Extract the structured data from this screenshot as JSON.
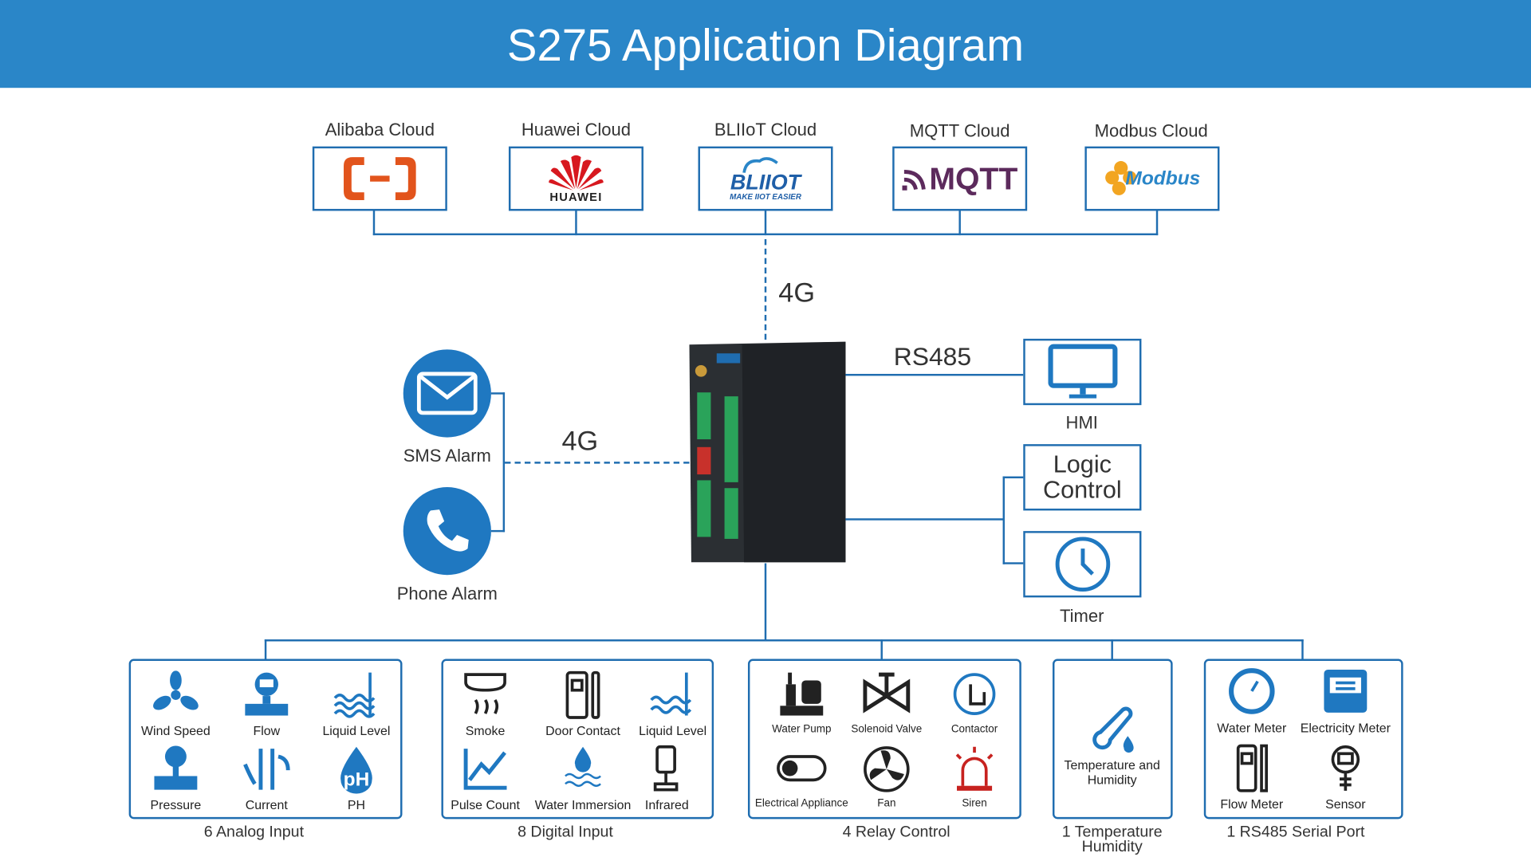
{
  "title": "S275 Application Diagram",
  "clouds": [
    {
      "label": "Alibaba Cloud",
      "logo": "alibaba-cloud-logo"
    },
    {
      "label": "Huawei Cloud",
      "logo": "huawei-logo",
      "logo_text": "HUAWEI"
    },
    {
      "label": "BLIIoT Cloud",
      "logo": "bliiot-logo",
      "logo_text": "BLIIOT",
      "tagline": "MAKE IIOT EASIER"
    },
    {
      "label": "MQTT Cloud",
      "logo": "mqtt-logo",
      "logo_text": "MQTT"
    },
    {
      "label": "Modbus Cloud",
      "logo": "modbus-logo",
      "logo_text": "Modbus"
    }
  ],
  "links": {
    "cloud_link": "4G",
    "alarm_link": "4G",
    "hmi_link": "RS485"
  },
  "alarms": {
    "sms": "SMS Alarm",
    "phone": "Phone Alarm"
  },
  "right": {
    "hmi": "HMI",
    "logic": "Logic Control",
    "timer": "Timer"
  },
  "groups": [
    {
      "label": "6 Analog Input",
      "items": [
        "Wind Speed",
        "Flow",
        "Liquid Level",
        "Pressure",
        "Current",
        "PH"
      ]
    },
    {
      "label": "8 Digital Input",
      "items": [
        "Smoke",
        "Door Contact",
        "Liquid Level",
        "Pulse Count",
        "Water Immersion",
        "Infrared"
      ]
    },
    {
      "label": "4 Relay Control",
      "items": [
        "Water Pump",
        "Solenoid Valve",
        "Contactor",
        "Electrical Appliance",
        "Fan",
        "Siren"
      ]
    },
    {
      "label": "1 Temperature Humidity",
      "items": [
        "Temperature and Humidity"
      ]
    },
    {
      "label": "1 RS485 Serial Port",
      "items": [
        "Water Meter",
        "Electricity Meter",
        "Flow Meter",
        "Sensor"
      ]
    }
  ],
  "colors": {
    "header": "#2a86c8",
    "line": "#1f6db0",
    "icon": "#1f78c1",
    "alibaba": "#e2541c",
    "huawei": "#d7181f",
    "mqtt": "#5c2a5c",
    "siren": "#c7221f"
  }
}
